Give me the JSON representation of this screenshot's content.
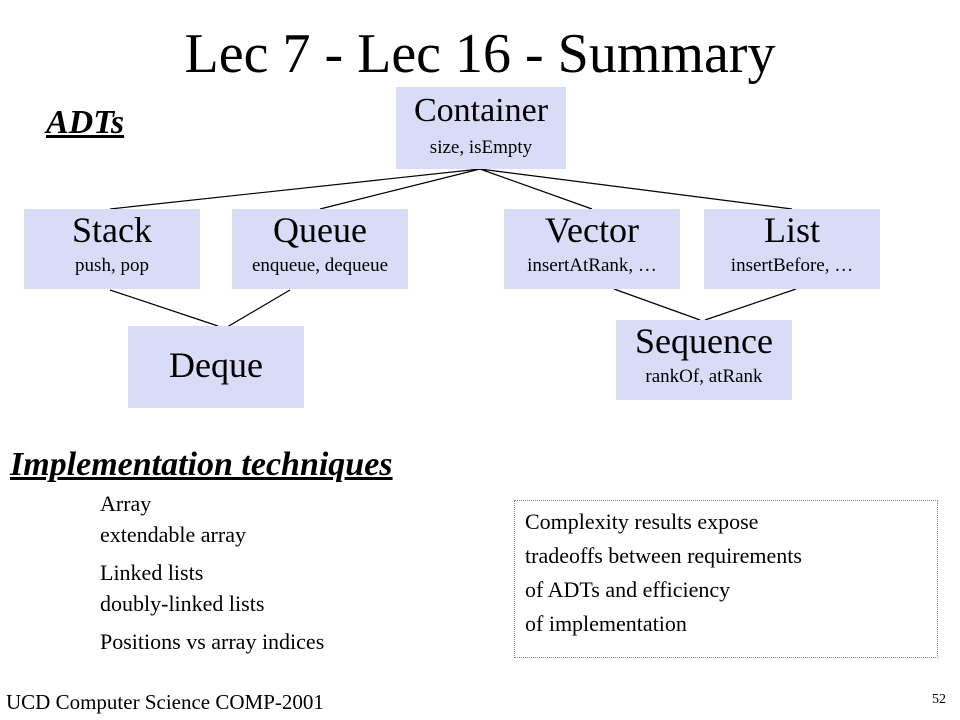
{
  "slide": {
    "title": "Lec 7 - Lec 16 - Summary",
    "adts_heading": "ADTs",
    "impl_heading": "Implementation techniques",
    "footer": "UCD Computer Science COMP-2001",
    "page_number": "52"
  },
  "diagram": {
    "nodes": {
      "container": {
        "name": "Container",
        "ops": "size, isEmpty"
      },
      "stack": {
        "name": "Stack",
        "ops": "push, pop"
      },
      "queue": {
        "name": "Queue",
        "ops": "enqueue, dequeue"
      },
      "vector": {
        "name": "Vector",
        "ops": "insertAtRank, …"
      },
      "list": {
        "name": "List",
        "ops": "insertBefore, …"
      },
      "deque": {
        "name": "Deque"
      },
      "sequence": {
        "name": "Sequence",
        "ops": "rankOf, atRank"
      }
    },
    "edges": [
      [
        "container",
        "stack"
      ],
      [
        "container",
        "queue"
      ],
      [
        "container",
        "vector"
      ],
      [
        "container",
        "list"
      ],
      [
        "stack",
        "deque"
      ],
      [
        "queue",
        "deque"
      ],
      [
        "vector",
        "sequence"
      ],
      [
        "list",
        "sequence"
      ]
    ]
  },
  "implementation": {
    "items": [
      "Array",
      "extendable array",
      "Linked lists",
      "doubly-linked lists",
      "Positions vs array indices"
    ]
  },
  "note": {
    "lines": [
      "Complexity results expose",
      "tradeoffs between requirements",
      "of ADTs and efficiency",
      "of implementation"
    ]
  },
  "colors": {
    "box_fill": "#d8dcf6",
    "line": "#000000"
  }
}
